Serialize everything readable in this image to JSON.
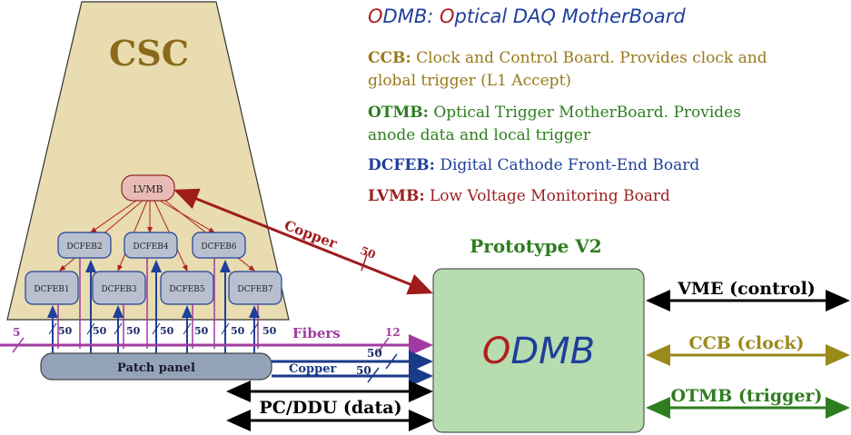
{
  "title": {
    "prefix": "O",
    "prefix_rest": "DMB:",
    "name_o": "O",
    "name_rest": "ptical DAQ MotherBoard"
  },
  "legend": [
    {
      "abbr": "CCB:",
      "line1": "Clock and Control Board. Provides clock and",
      "line2": "global trigger (L1 Accept)",
      "color": "#9a7a1a"
    },
    {
      "abbr": "OTMB:",
      "line1": "Optical Trigger MotherBoard. Provides",
      "line2": "anode data and local trigger",
      "color": "#2e7d1f"
    },
    {
      "abbr": "DCFEB:",
      "line1": "Digital Cathode Front-End Board",
      "line2": "",
      "color": "#1f3f9a"
    },
    {
      "abbr": "LVMB:",
      "line1": "Low Voltage Monitoring Board",
      "line2": "",
      "color": "#9a1f1f"
    }
  ],
  "csc": {
    "label": "CSC",
    "color": "#e8dcb0"
  },
  "lvmb": {
    "label": "LVMB"
  },
  "dcfebs_top": [
    "DCFEB2",
    "DCFEB4",
    "DCFEB6"
  ],
  "dcfebs_bottom": [
    "DCFEB1",
    "DCFEB3",
    "DCFEB5",
    "DCFEB7"
  ],
  "patch_panel": {
    "label": "Patch panel"
  },
  "links": {
    "copper_top": "Copper",
    "copper_top_count": "50",
    "fibers": "Fibers",
    "fibers_in": "5",
    "fibers_out": "12",
    "fiber_counts": [
      "50",
      "50",
      "50",
      "50",
      "50",
      "50",
      "50"
    ],
    "copper_bottom": "Copper",
    "copper_bottom_a": "50",
    "copper_bottom_b": "50"
  },
  "odmb": {
    "prototype": "Prototype V2",
    "o": "O",
    "rest": "DMB"
  },
  "outputs": [
    {
      "label": "VME (control)",
      "color": "#000000"
    },
    {
      "label": "CCB (clock)",
      "color": "#9a8a1a"
    },
    {
      "label": "OTMB (trigger)",
      "color": "#2e7d1f"
    }
  ],
  "pcddu": {
    "label": "PC/DDU (data)"
  }
}
